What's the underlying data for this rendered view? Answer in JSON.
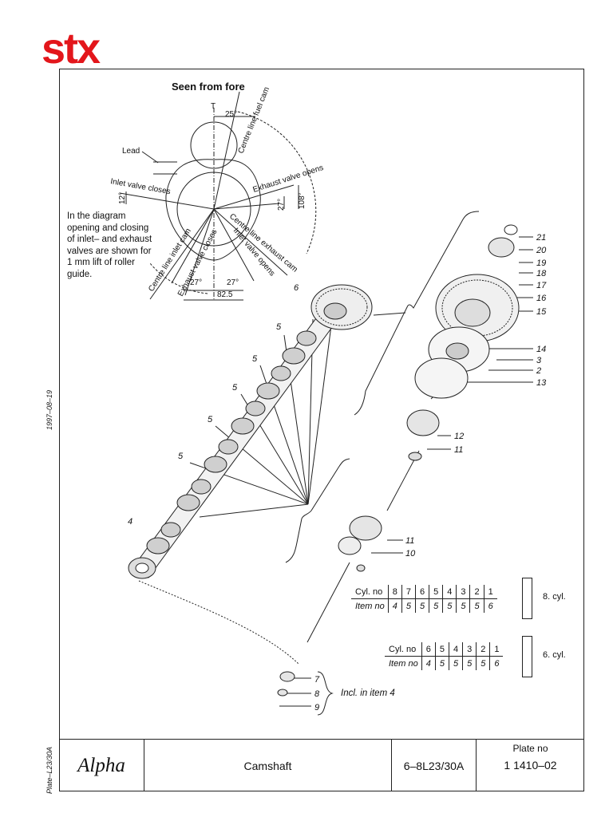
{
  "brand": {
    "logo_text": "stx",
    "logo_color": "#e3161b"
  },
  "side": {
    "date": "1997–08–19",
    "plate_ref": "Plate–L23/30A"
  },
  "timing_diagram": {
    "title": "Seen from fore",
    "labels": {
      "top": "T",
      "lead": "Lead",
      "deg25": "25°",
      "fuel_cam": "Centre line fuel cam",
      "exhaust_opens": "Exhaust valve opens",
      "inlet_closes": "Inlet valve closes",
      "deg12": "12°",
      "deg27_right": "27°",
      "deg108": "108°",
      "exhaust_cam": "Centre line exhaust cam",
      "inlet_opens": "Inlet valve opens",
      "inlet_cam": "Centre line inlet cam",
      "exhaust_closes": "Exhaust valve closes",
      "deg27_a": "27°",
      "deg27_b": "27°",
      "deg825": "82.5"
    }
  },
  "note": "In the diagram opening and closing of inlet– and exhaust valves are shown for 1 mm lift of roller guide.",
  "callouts": {
    "c21": "21",
    "c20": "20",
    "c19": "19",
    "c18": "18",
    "c17": "17",
    "c16": "16",
    "c15": "15",
    "c14": "14",
    "c3": "3",
    "c2": "2",
    "c13": "13",
    "c12": "12",
    "c11a": "11",
    "c11b": "11",
    "c10": "10",
    "c6": "6",
    "c5a": "5",
    "c5b": "5",
    "c5c": "5",
    "c5d": "5",
    "c5e": "5",
    "c4": "4",
    "c7": "7",
    "c8": "8",
    "c9": "9"
  },
  "incl_text": "Incl. in item 4",
  "tables": {
    "eight": {
      "cyl_label": "Cyl. no",
      "item_label": "Item no",
      "cyl": [
        "8",
        "7",
        "6",
        "5",
        "4",
        "3",
        "2",
        "1"
      ],
      "item": [
        "4",
        "5",
        "5",
        "5",
        "5",
        "5",
        "5",
        "6"
      ],
      "name": "8. cyl."
    },
    "six": {
      "cyl_label": "Cyl. no",
      "item_label": "Item no",
      "cyl": [
        "6",
        "5",
        "4",
        "3",
        "2",
        "1"
      ],
      "item": [
        "4",
        "5",
        "5",
        "5",
        "5",
        "6"
      ],
      "name": "6. cyl."
    }
  },
  "title_block": {
    "maker": "Alpha",
    "title": "Camshaft",
    "engine_type": "6–8L23/30A",
    "plate_label": "Plate no",
    "plate_no": "1 1410–02"
  }
}
